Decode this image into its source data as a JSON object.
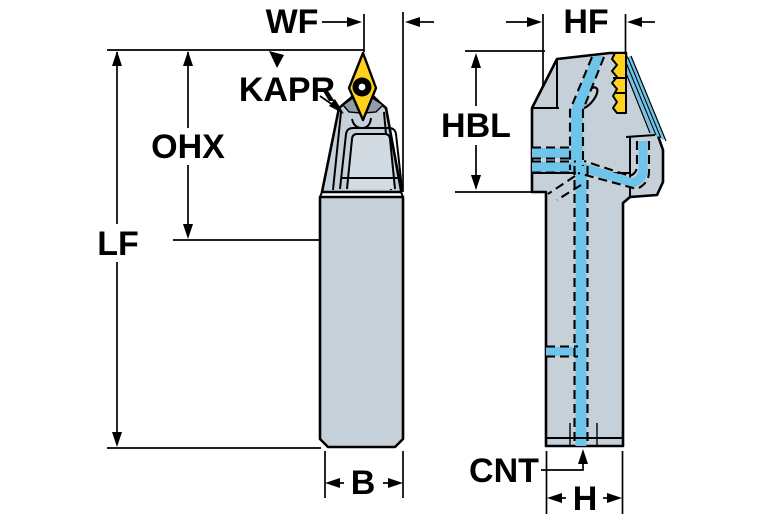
{
  "diagram": {
    "type": "tool-holder-engineering-drawing",
    "labels": {
      "wf": "WF",
      "kapr": "KAPR",
      "ohx": "OHX",
      "lf": "LF",
      "b": "B",
      "hf": "HF",
      "hbl": "HBL",
      "cnt": "CNT",
      "h": "H"
    },
    "views": {
      "front_view_dimensions": [
        "WF",
        "KAPR",
        "OHX",
        "LF",
        "B"
      ],
      "side_view_dimensions": [
        "HF",
        "HBL",
        "CNT",
        "H"
      ]
    },
    "colors": {
      "background": "#ffffff",
      "body": "#C6D0D8",
      "body_light": "#D2DBE1",
      "body_dark": "#939DA6",
      "insert": "#FFD21E",
      "coolant": "#6FC4EA",
      "outline": "#000000"
    }
  }
}
